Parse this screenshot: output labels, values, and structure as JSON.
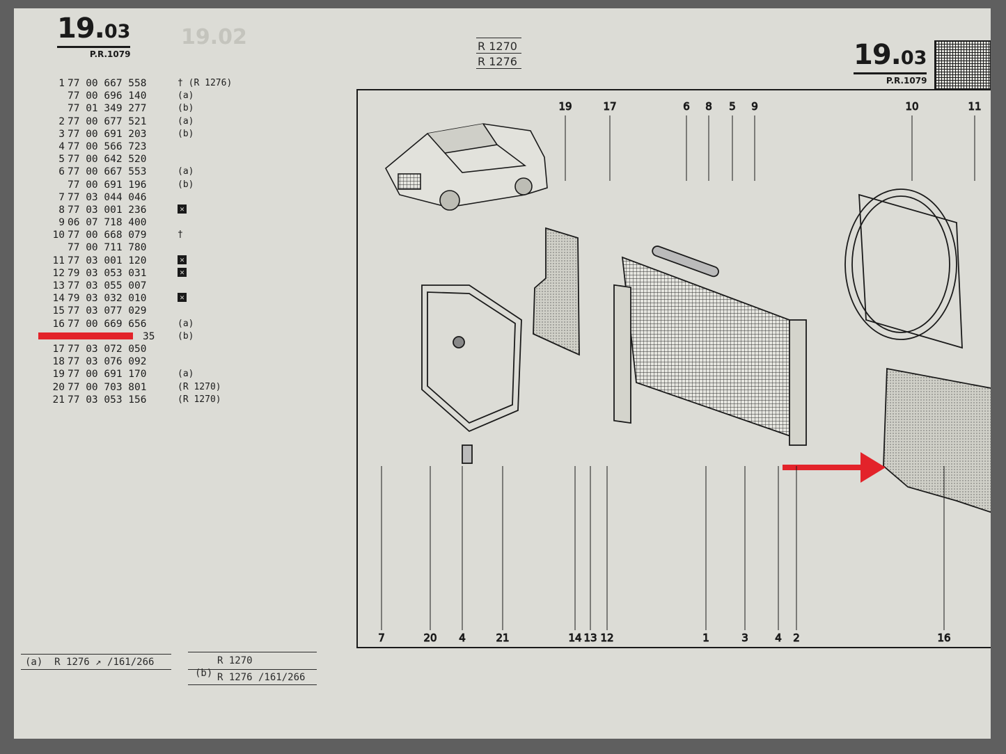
{
  "page": {
    "number_major": "19.",
    "number_minor": "03",
    "pr_code": "P.R.1079",
    "models_top": [
      "R 1270",
      "R 1276"
    ]
  },
  "parts": [
    {
      "n": "1",
      "ref": "77 00 667 558",
      "note": "† (R 1276)"
    },
    {
      "n": "",
      "ref": "77 00 696 140",
      "note": "(a)"
    },
    {
      "n": "",
      "ref": "77 01 349 277",
      "note": "(b)"
    },
    {
      "n": "2",
      "ref": "77 00 677 521",
      "note": "(a)"
    },
    {
      "n": "3",
      "ref": "77 00 691 203",
      "note": "(b)"
    },
    {
      "n": "4",
      "ref": "77 00 566 723",
      "note": ""
    },
    {
      "n": "5",
      "ref": "77 00 642 520",
      "note": ""
    },
    {
      "n": "6",
      "ref": "77 00 667 553",
      "note": "(a)"
    },
    {
      "n": "",
      "ref": "77 00 691 196",
      "note": "(b)"
    },
    {
      "n": "7",
      "ref": "77 03 044 046",
      "note": ""
    },
    {
      "n": "8",
      "ref": "77 03 001 236",
      "note": "☒"
    },
    {
      "n": "9",
      "ref": "06 07 718 400",
      "note": ""
    },
    {
      "n": "10",
      "ref": "77 00 668 079",
      "note": "†"
    },
    {
      "n": "",
      "ref": "77 00 711 780",
      "note": ""
    },
    {
      "n": "11",
      "ref": "77 03 001 120",
      "note": "☒"
    },
    {
      "n": "12",
      "ref": "79 03 053 031",
      "note": "☒"
    },
    {
      "n": "13",
      "ref": "77 03 055 007",
      "note": ""
    },
    {
      "n": "14",
      "ref": "79 03 032 010",
      "note": "☒"
    },
    {
      "n": "15",
      "ref": "77 03 077 029",
      "note": ""
    },
    {
      "n": "16",
      "ref": "77 00 669 656",
      "note": "(a)"
    },
    {
      "n": "",
      "ref": "35",
      "note": "(b)"
    },
    {
      "n": "17",
      "ref": "77 03 072 050",
      "note": ""
    },
    {
      "n": "18",
      "ref": "77 03 076 092",
      "note": ""
    },
    {
      "n": "19",
      "ref": "77 00 691 170",
      "note": "(a)"
    },
    {
      "n": "20",
      "ref": "77 00 703 801",
      "note": "(R 1270)"
    },
    {
      "n": "21",
      "ref": "77 03 053 156",
      "note": "(R 1270)"
    }
  ],
  "footnote_a": {
    "label": "(a)",
    "text": "R 1276 ↗ /161/266"
  },
  "footnote_b": {
    "label": "(b)",
    "line1": "R 1270",
    "line2": "R 1276 /161/266"
  },
  "callouts_top": [
    "19",
    "17",
    "6",
    "8",
    "5",
    "9",
    "10",
    "11"
  ],
  "callouts_bottom": [
    "7",
    "20",
    "4",
    "21",
    "14",
    "13",
    "12",
    "1",
    "3",
    "4",
    "2",
    "16"
  ],
  "colors": {
    "paper": "#dcdcd6",
    "ink": "#1a1a1a",
    "highlight": "#e3232a",
    "background": "#5f5f5f"
  }
}
